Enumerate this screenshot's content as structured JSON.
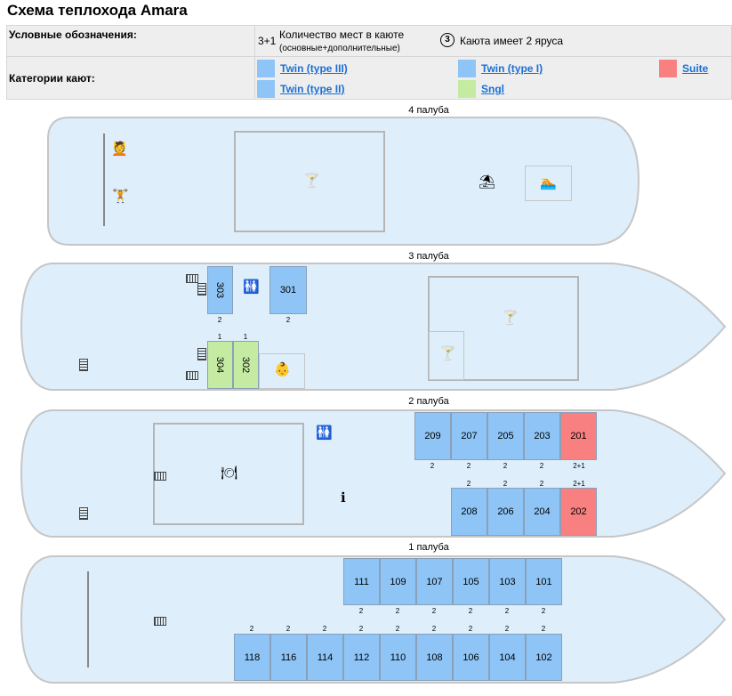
{
  "title": "Схема теплохода Amara",
  "colors": {
    "twin3": "#8ec5f6",
    "twin1": "#8ec5f6",
    "twin2": "#8ec5f6",
    "sngl": "#c5eba3",
    "suite": "#f88080",
    "hull": "#deeffb"
  },
  "legend": {
    "symbols_label": "Условные обозначения:",
    "count_symbol": "3+1",
    "count_text": "Количество мест в каюте",
    "count_note": "(основные+дополнительные)",
    "tier_symbol": "3",
    "tier_text": "Каюта имеет 2 яруса",
    "categories_label": "Категории кают:",
    "categories": [
      {
        "label": "Twin (type III)",
        "color": "#8ec5f6"
      },
      {
        "label": "Twin (type II)",
        "color": "#8ec5f6"
      },
      {
        "label": "Twin (type I)",
        "color": "#8ec5f6"
      },
      {
        "label": "Sngl",
        "color": "#c5eba3"
      },
      {
        "label": "Suite",
        "color": "#f88080"
      }
    ]
  },
  "decks": {
    "d4": "4 палуба",
    "d3": "3 палуба",
    "d2": "2 палуба",
    "d1": "1 палуба"
  },
  "icons": {
    "massage": "massage-icon",
    "gym": "dumbbell-icon",
    "bar": "cocktail-icon",
    "beach": "umbrella-icon",
    "pool": "swimmer-icon",
    "wc": "restroom-icon",
    "kids": "baby-icon",
    "restaurant": "restaurant-icon",
    "info": "info-icon"
  },
  "cabins": {
    "c303": {
      "num": "303",
      "places": "2"
    },
    "c301": {
      "num": "301",
      "places": "2"
    },
    "c304": {
      "num": "304",
      "places": "1"
    },
    "c302": {
      "num": "302",
      "places": "1"
    },
    "c209": {
      "num": "209",
      "places": "2"
    },
    "c207": {
      "num": "207",
      "places": "2"
    },
    "c205": {
      "num": "205",
      "places": "2"
    },
    "c203": {
      "num": "203",
      "places": "2"
    },
    "c201": {
      "num": "201",
      "places": "2+1"
    },
    "c208": {
      "num": "208",
      "places": "2"
    },
    "c206": {
      "num": "206",
      "places": "2"
    },
    "c204": {
      "num": "204",
      "places": "2"
    },
    "c202": {
      "num": "202",
      "places": "2+1"
    },
    "c111": {
      "num": "111",
      "places": "2"
    },
    "c109": {
      "num": "109",
      "places": "2"
    },
    "c107": {
      "num": "107",
      "places": "2"
    },
    "c105": {
      "num": "105",
      "places": "2"
    },
    "c103": {
      "num": "103",
      "places": "2"
    },
    "c101": {
      "num": "101",
      "places": "2"
    },
    "c118": {
      "num": "118",
      "places": "2"
    },
    "c116": {
      "num": "116",
      "places": "2"
    },
    "c114": {
      "num": "114",
      "places": "2"
    },
    "c112": {
      "num": "112",
      "places": "2"
    },
    "c110": {
      "num": "110",
      "places": "2"
    },
    "c108": {
      "num": "108",
      "places": "2"
    },
    "c106": {
      "num": "106",
      "places": "2"
    },
    "c104": {
      "num": "104",
      "places": "2"
    },
    "c102": {
      "num": "102",
      "places": "2"
    }
  }
}
